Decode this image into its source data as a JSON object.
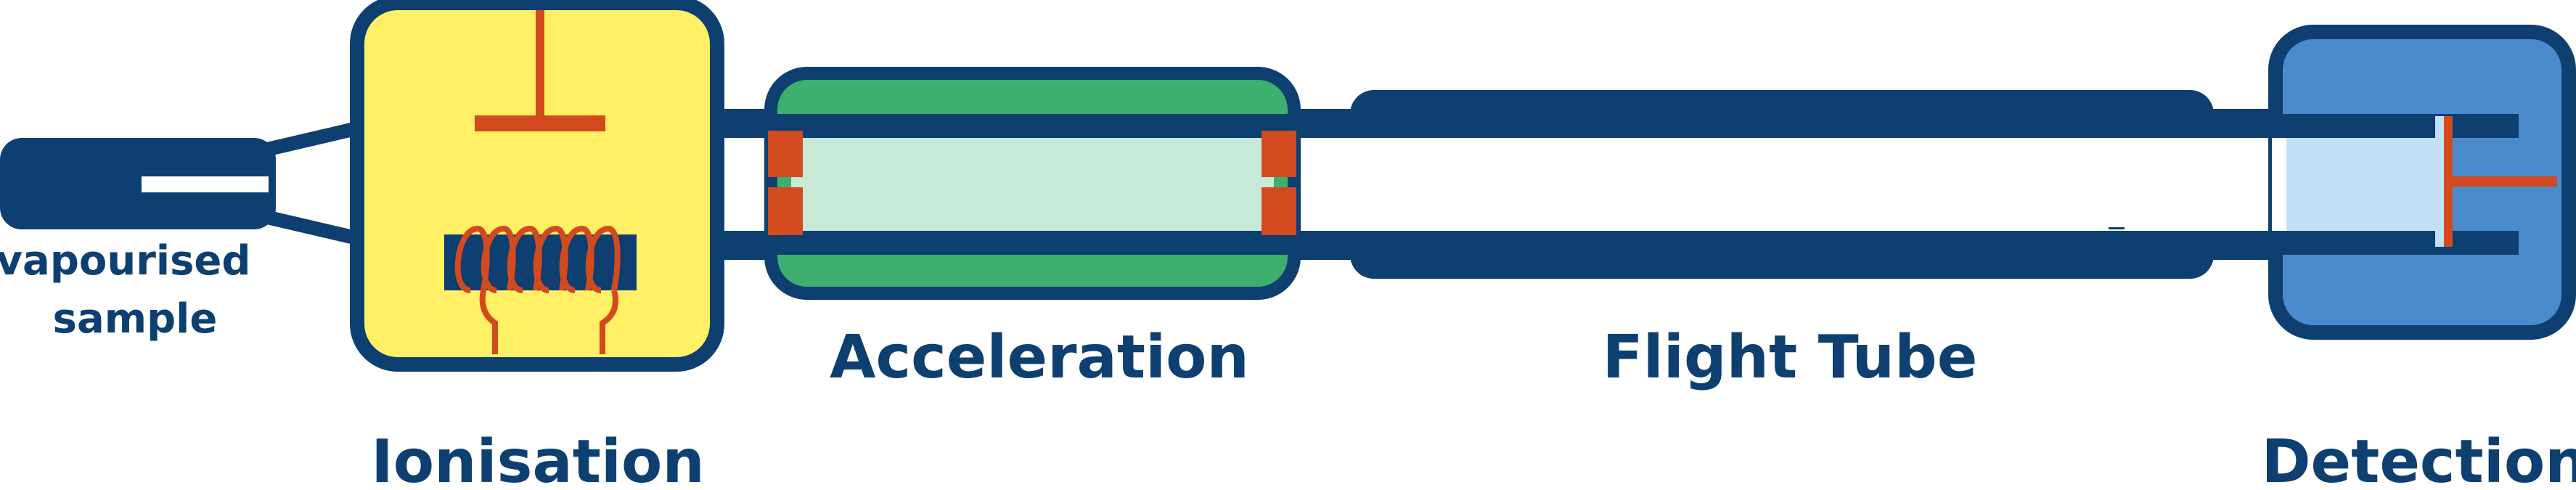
{
  "labels": {
    "sample_line1": "vapourised",
    "sample_line2": "sample",
    "ionisation": "Ionisation",
    "acceleration": "Acceleration",
    "flight_tube": "Flight Tube",
    "detection": "Detection"
  },
  "colors": {
    "navy": "#0d3f70",
    "yellow": "#fff066",
    "green": "#3daf6e",
    "light_green": "#c8e9d8",
    "orange": "#d24a1d",
    "detector_blue": "#4a8bcb",
    "detector_light": "#c5dff6",
    "white": "#ffffff"
  }
}
